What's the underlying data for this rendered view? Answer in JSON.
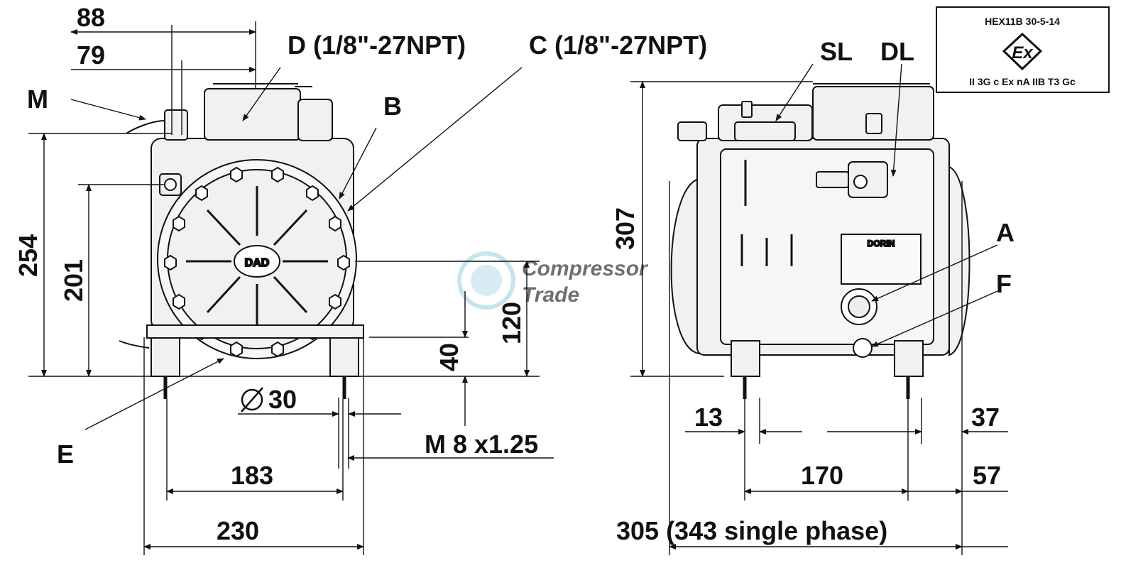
{
  "dimensions": {
    "d88": "88",
    "d79": "79",
    "d254": "254",
    "d201": "201",
    "d120": "120",
    "d40": "40",
    "d30": "30",
    "d183": "183",
    "d230": "230",
    "thread": "M 8 x1.25",
    "d307": "307",
    "d13": "13",
    "d37": "37",
    "d170": "170",
    "d57": "57",
    "d305": "305 (343 single phase)"
  },
  "labels": {
    "D": "D (1/8\"-27NPT)",
    "C": "C (1/8\"-27NPT)",
    "M": "M",
    "B": "B",
    "E": "E",
    "SL": "SL",
    "DL": "DL",
    "A": "A",
    "F": "F",
    "plate": "DORIN",
    "logo": "DAD"
  },
  "certification": {
    "code": "HEX11B 30-5-14",
    "ex_symbol": "Ex",
    "marking": "II 3G c Ex nA IIB T3 Gc"
  },
  "watermark": {
    "line1": "Compressor",
    "line2": "Trade"
  },
  "colors": {
    "line": "#111111",
    "body_fill": "#f1f1f1",
    "watermark": "#8ec7df"
  }
}
